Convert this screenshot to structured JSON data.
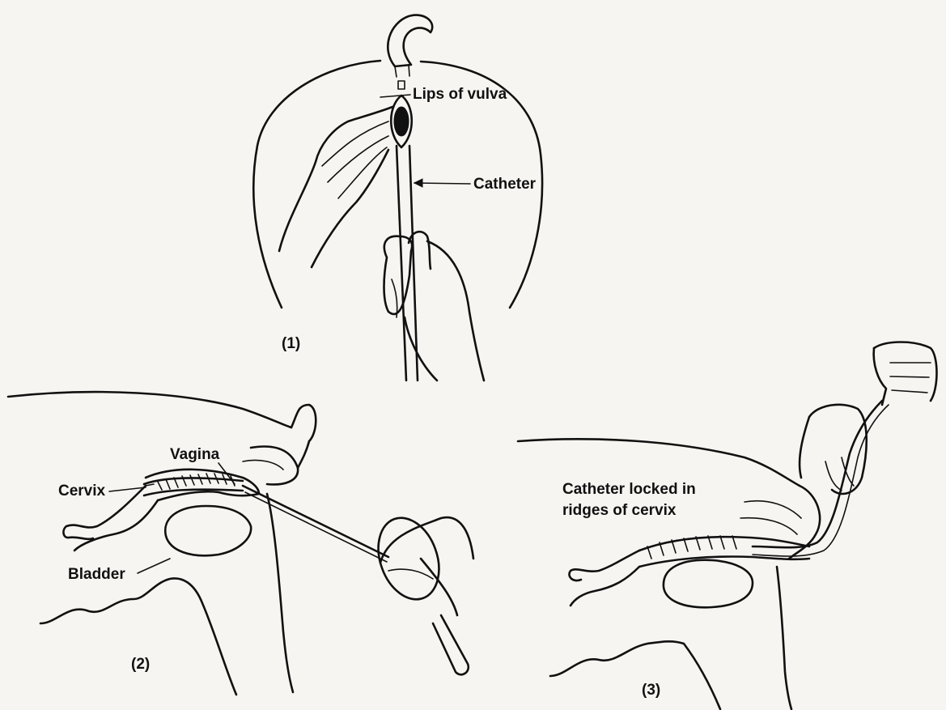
{
  "labels": {
    "lips_of_vulva": "Lips of vulva",
    "catheter": "Catheter",
    "vagina": "Vagina",
    "cervix": "Cervix",
    "bladder": "Bladder",
    "catheter_locked_line1": "Catheter locked in",
    "catheter_locked_line2": "ridges of cervix"
  },
  "panels": {
    "panel1": "(1)",
    "panel2": "(2)",
    "panel3": "(3)"
  }
}
